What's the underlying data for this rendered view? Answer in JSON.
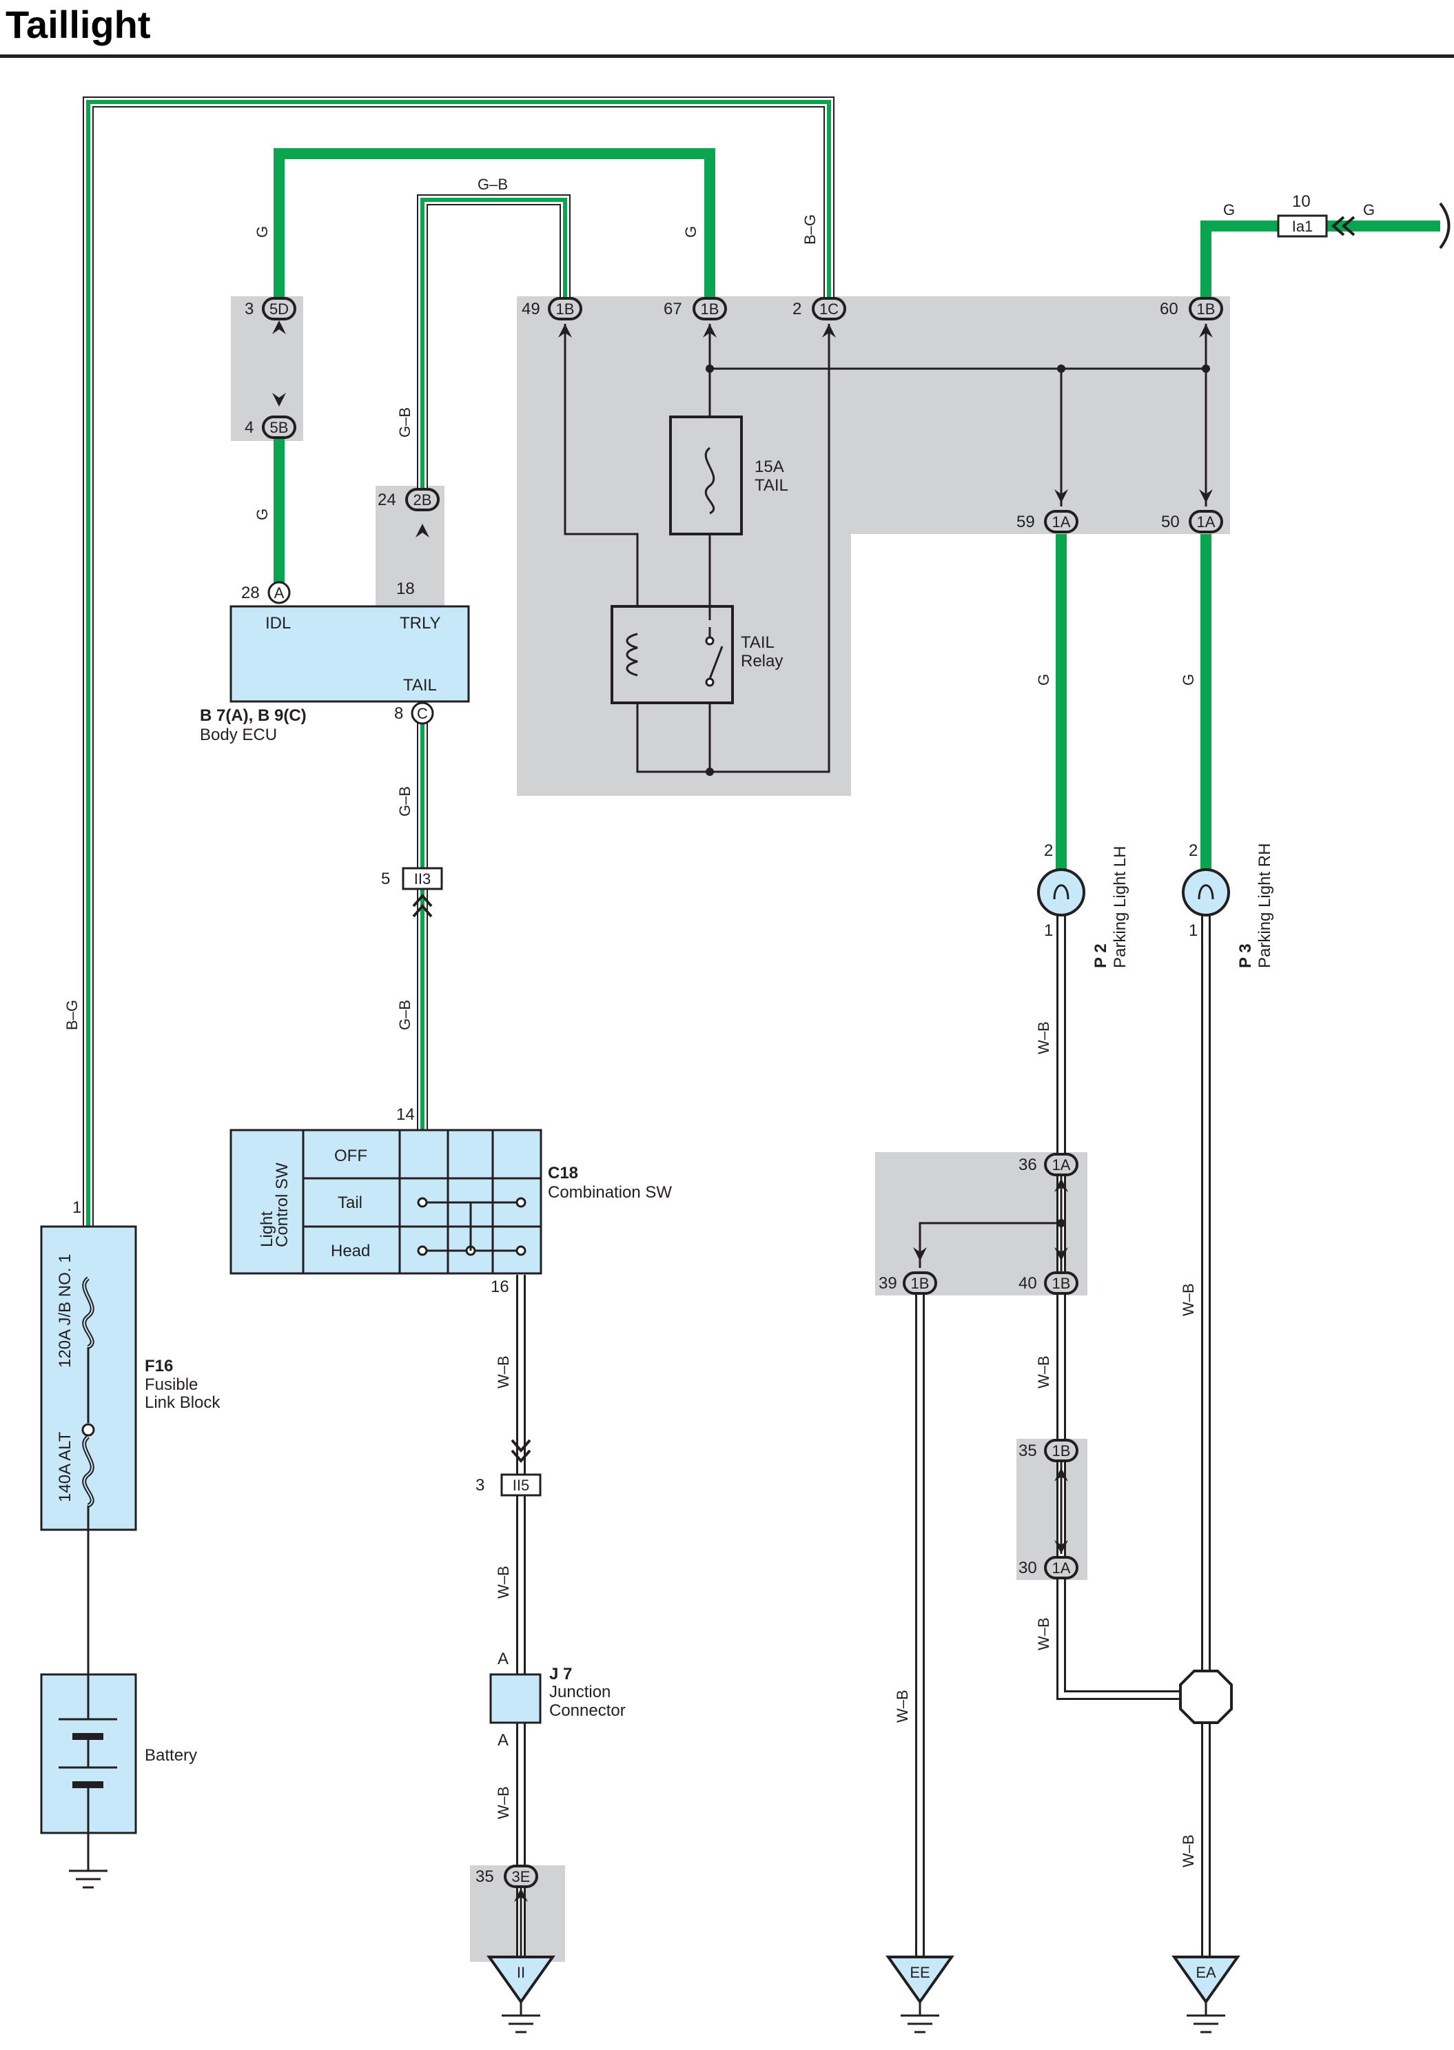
{
  "title": "Taillight",
  "colors": {
    "green_wire": "#0aa64f",
    "gray_shade": "#d1d2d4",
    "component_fill": "#c7e8f8",
    "line": "#231f20"
  },
  "wire_colors": {
    "g": "G",
    "gb": "G–B",
    "bg": "B–G",
    "wb": "W–B"
  },
  "connectors": {
    "c5D": "5D",
    "c5B": "5B",
    "c2B": "2B",
    "cA": "A",
    "cC": "C",
    "c1B": "1B",
    "c1C": "1C",
    "c1A": "1A",
    "cIa1": "Ia1",
    "cII3": "II3",
    "cII5": "II5",
    "c3E": "3E",
    "jA": "A"
  },
  "pins": {
    "p3": "3",
    "p4": "4",
    "p24": "24",
    "p18": "18",
    "p28": "28",
    "p8": "8",
    "p5": "5",
    "p14": "14",
    "p1": "1",
    "p16": "16",
    "p49": "49",
    "p67": "67",
    "p2": "2",
    "p60": "60",
    "p10": "10",
    "p59": "59",
    "p50": "50",
    "p36": "36",
    "p39": "39",
    "p40": "40",
    "p35": "35",
    "p30": "30"
  },
  "grounds": {
    "ii": "II",
    "ee": "EE",
    "ea": "EA"
  },
  "components": {
    "body_ecu": {
      "code": "B 7(A), B 9(C)",
      "name": "Body ECU",
      "idl": "IDL",
      "trly": "TRLY",
      "tail": "TAIL"
    },
    "fuse_tail": {
      "rating": "15A",
      "name": "TAIL"
    },
    "tail_relay": {
      "line1": "TAIL",
      "line2": "Relay"
    },
    "combination_sw": {
      "code": "C18",
      "name": "Combination SW",
      "side_label_1": "Light",
      "side_label_2": "Control SW",
      "off": "OFF",
      "tail": "Tail",
      "head": "Head"
    },
    "fusible_link": {
      "code": "F16",
      "line1": "Fusible",
      "line2": "Link Block",
      "fuse1": "120A J/B NO. 1",
      "fuse2": "140A ALT"
    },
    "battery": {
      "name": "Battery"
    },
    "junction": {
      "code": "J 7",
      "line1": "Junction",
      "line2": "Connector"
    },
    "parking_lh": {
      "code": "P 2",
      "name": "Parking Light LH"
    },
    "parking_rh": {
      "code": "P 3",
      "name": "Parking Light RH"
    }
  }
}
